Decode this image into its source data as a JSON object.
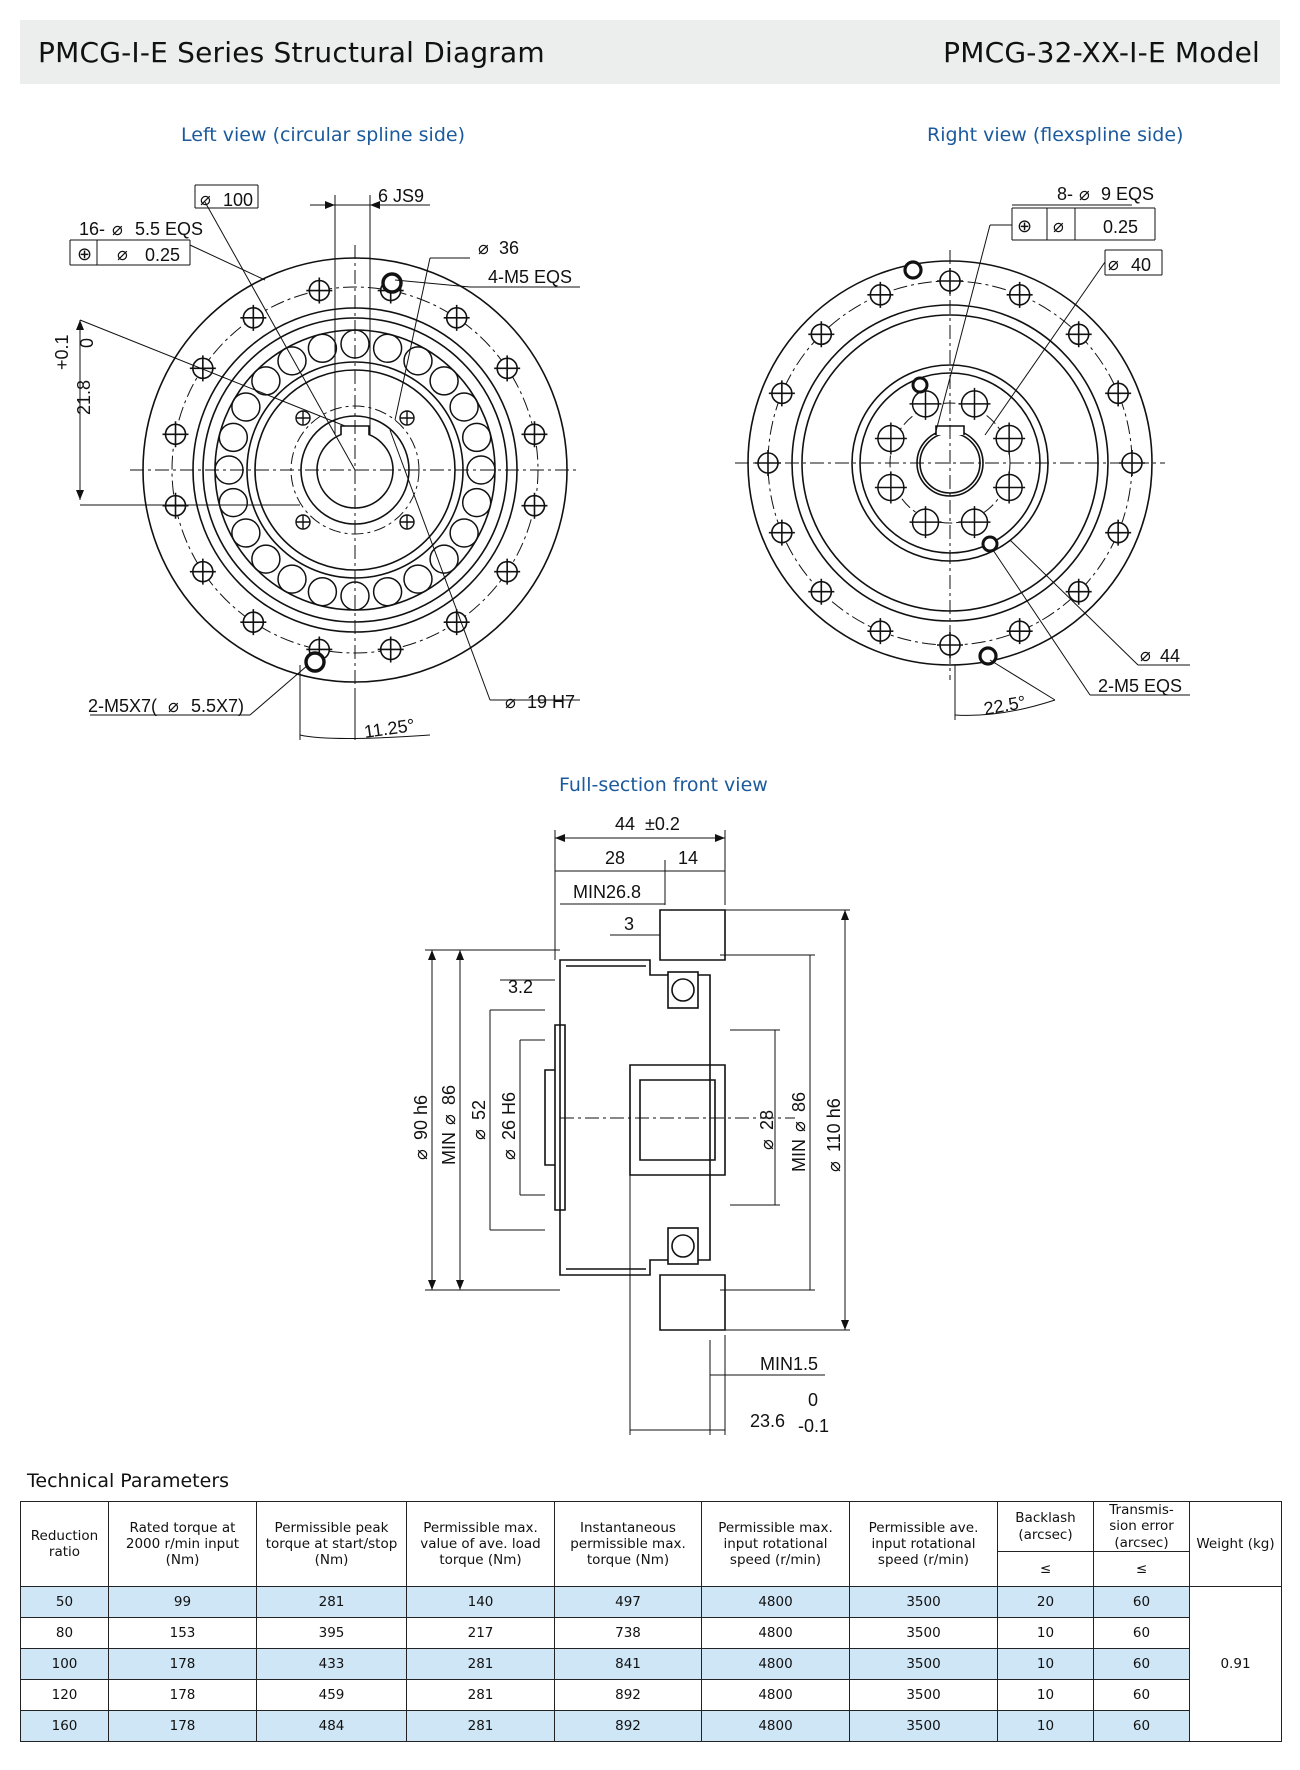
{
  "header": {
    "left_title": "PMCG-I-E Series Structural Diagram",
    "right_title": "PMCG-32-XX-I-E  Model"
  },
  "captions": {
    "left_view": "Left view (circular spline side)",
    "right_view": "Right view (flexspline side)",
    "section_view": "Full-section front view"
  },
  "left_view_dims": {
    "phi100": "100",
    "keyway": "6 JS9",
    "holes16": "16-",
    "holes16_b": "5.5 EQS",
    "tol_025": "0.25",
    "phi36": "36",
    "m5_4": "4-M5 EQS",
    "tol_plus": "+0.1",
    "tol_zero": "0",
    "keyway_depth": "21.8",
    "m5x7": "2-M5X7(",
    "m5x7_b": "5.5X7)",
    "phi19": "19 H7",
    "angle": "11.25°"
  },
  "right_view_dims": {
    "holes8": "8-",
    "holes8_b": "9 EQS",
    "tol_025": "0.25",
    "phi40": "40",
    "phi44": "44",
    "m5_2": "2-M5 EQS",
    "angle": "22.5°"
  },
  "section_dims": {
    "d44": "44",
    "d44_tol": "±0.2",
    "d28": "28",
    "d14": "14",
    "min268": "MIN26.8",
    "d3": "3",
    "d32": "3.2",
    "phi90": "90 h6",
    "min86_left": "MIN",
    "min86_left_b": "86",
    "phi52": "52",
    "phi26": "26 H6",
    "phi28": "28",
    "min86_right": "MIN",
    "min86_right_b": "86",
    "phi110": "110 h6",
    "min15": "MIN1.5",
    "d236": "23.6",
    "d236_up": "0",
    "d236_low": "-0.1"
  },
  "technical_parameters": {
    "title": "Technical Parameters",
    "headers": [
      "Reduction ratio",
      "Rated torque at 2000 r/min input (Nm)",
      "Permissible peak torque at start/stop (Nm)",
      "Permissible max. value of ave. load torque (Nm)",
      "Instantaneous permissible max. torque (Nm)",
      "Permissible max. input rotational speed (r/min)",
      "Permissible ave. input rotational speed (r/min)",
      "Backlash (arcsec)",
      "Transmis- sion error (arcsec)",
      "Weight (kg)"
    ],
    "sub_le": "≤",
    "rows": [
      [
        "50",
        "99",
        "281",
        "140",
        "497",
        "4800",
        "3500",
        "20",
        "60"
      ],
      [
        "80",
        "153",
        "395",
        "217",
        "738",
        "4800",
        "3500",
        "10",
        "60"
      ],
      [
        "100",
        "178",
        "433",
        "281",
        "841",
        "4800",
        "3500",
        "10",
        "60"
      ],
      [
        "120",
        "178",
        "459",
        "281",
        "892",
        "4800",
        "3500",
        "10",
        "60"
      ],
      [
        "160",
        "178",
        "484",
        "281",
        "892",
        "4800",
        "3500",
        "10",
        "60"
      ]
    ],
    "weight": "0.91"
  },
  "colors": {
    "accent": "#1b5a9c",
    "row_highlight": "#cfe6f6",
    "header_bg": "#eceded"
  }
}
